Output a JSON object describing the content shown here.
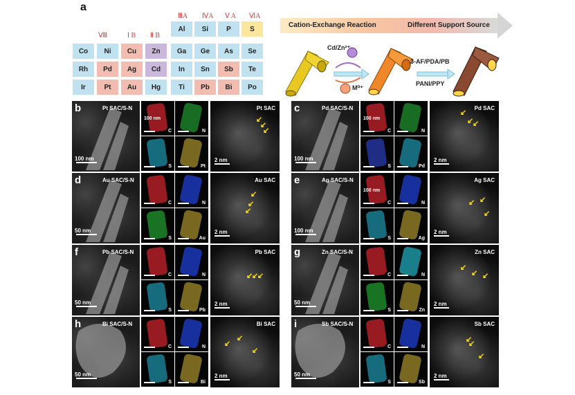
{
  "panel_a": {
    "letter": "a",
    "group_labels": [
      "Ⅷ",
      "Ⅰ B",
      "Ⅱ B",
      "ⅢA",
      "ⅣA",
      "Ⅴ A",
      "ⅥA"
    ],
    "rows": [
      [
        "Al",
        "Si",
        "P",
        "S"
      ],
      [
        "Co",
        "Ni",
        "Cu",
        "Zn",
        "Ga",
        "Ge",
        "As",
        "Se"
      ],
      [
        "Rh",
        "Pd",
        "Ag",
        "Cd",
        "In",
        "Sn",
        "Sb",
        "Te"
      ],
      [
        "Ir",
        "Pt",
        "Au",
        "Hg",
        "Ti",
        "Pb",
        "Bi",
        "Po"
      ]
    ],
    "arrow_left": "Cation-Exchange Reaction",
    "arrow_right": "Different Support Source",
    "ion_top": "Cd/Zn²⁺",
    "ion_bottom": "M⁰⁺",
    "support_top": "3-AF/PDA/PB",
    "support_bottom": "PANI/PPY"
  },
  "panels": [
    {
      "letter": "b",
      "title": "Pt SAC/S-N",
      "scale": "100 nm",
      "map_scale": "100 nm",
      "elements": [
        "C",
        "N",
        "S",
        "Pt"
      ],
      "sac": "Pt SAC",
      "sac_scale": "2 nm"
    },
    {
      "letter": "c",
      "title": "Pd SAC/S-N",
      "scale": "100 nm",
      "map_scale": "100 nm",
      "elements": [
        "C",
        "N",
        "S",
        "Pd"
      ],
      "sac": "Pd SAC",
      "sac_scale": "2 nm"
    },
    {
      "letter": "d",
      "title": "Au SAC/S-N",
      "scale": "50 nm",
      "map_scale": "",
      "elements": [
        "C",
        "N",
        "S",
        "Au"
      ],
      "sac": "Au SAC",
      "sac_scale": "2 nm"
    },
    {
      "letter": "e",
      "title": "Ag SAC/S-N",
      "scale": "100 nm",
      "map_scale": "100 nm",
      "elements": [
        "C",
        "N",
        "S",
        "Ag"
      ],
      "sac": "Ag SAC",
      "sac_scale": "2 nm"
    },
    {
      "letter": "f",
      "title": "Pb SAC/S-N",
      "scale": "50 nm",
      "map_scale": "",
      "elements": [
        "C",
        "N",
        "S",
        "Pb"
      ],
      "sac": "Pb SAC",
      "sac_scale": "2 nm"
    },
    {
      "letter": "g",
      "title": "Zn SAC/S-N",
      "scale": "50 nm",
      "map_scale": "",
      "elements": [
        "C",
        "N",
        "S",
        "Zn"
      ],
      "sac": "Zn SAC",
      "sac_scale": "2 nm"
    },
    {
      "letter": "h",
      "title": "Bi SAC/S-N",
      "scale": "50 nm",
      "map_scale": "",
      "elements": [
        "C",
        "N",
        "S",
        "Bi"
      ],
      "sac": "Bi SAC",
      "sac_scale": "2 nm"
    },
    {
      "letter": "i",
      "title": "Sb SAC/S-N",
      "scale": "50 nm",
      "map_scale": "",
      "elements": [
        "C",
        "N",
        "S",
        "Sb"
      ],
      "sac": "Sb SAC",
      "sac_scale": "2 nm"
    }
  ],
  "colors": {
    "cell_blue": "#bfe1f0",
    "cell_pink": "#f2bcb0",
    "cell_purple": "#cbb6dc",
    "cell_yellow": "#fbe69b",
    "group_label": "#d43b3b",
    "arrow_mark": "#ffe000"
  }
}
